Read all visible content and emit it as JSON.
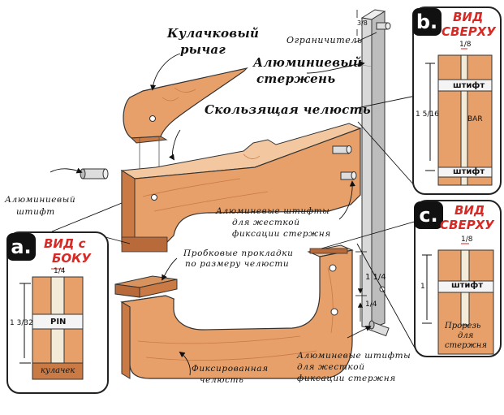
{
  "labels": {
    "cam_lever": [
      "Кулачковый",
      "рычаг"
    ],
    "limiter": "Ограничитель",
    "aluminum_bar": [
      "Алюминиевый",
      "стержень"
    ],
    "sliding_jaw": "Скользящая челюсть",
    "aluminum_pin": [
      "Алюминиевый",
      "штифт"
    ],
    "pins_upper": [
      "Алюминевые штифты",
      "для жесткой",
      "фиксации стержня"
    ],
    "cork_pads": [
      "Пробковые прокладки",
      "по размеру челюсти"
    ],
    "fixed_jaw": [
      "Фиксированная",
      "челюсть"
    ],
    "pins_lower": [
      "Алюминевые штифты",
      "для жесткой",
      "фиксации стержня"
    ]
  },
  "dims": {
    "limiter_depth": "3/8",
    "fixed_jaw_height": "1 1/4",
    "fixed_jaw_gap": "1/4"
  },
  "panels": {
    "a": {
      "letter": "a.",
      "title": [
        "ВИД с",
        "БОКУ"
      ],
      "dim_top": "1/4",
      "dim_side": "1 3/32",
      "pin": "PIN",
      "part": "кулачек"
    },
    "b": {
      "letter": "b.",
      "title": [
        "ВИД",
        "СВЕРХУ"
      ],
      "dim_top": "1/8",
      "dim_side": "1 5/16",
      "pin_top": "штифт",
      "bar": "BAR",
      "pin_bottom": "штифт"
    },
    "c": {
      "letter": "c.",
      "title": [
        "ВИД",
        "СВЕРХУ"
      ],
      "dim_top": "1/8",
      "dim_side": "1",
      "pin": "штифт",
      "slot": [
        "Прорезь",
        "для",
        "стержня"
      ]
    }
  },
  "colors": {
    "wood": "#e7a06a",
    "wood_dark": "#c97a45",
    "wood_light": "#f3c79f",
    "aluminum": "#d9d9d9",
    "red_title": "#d62a26",
    "ink": "#111111"
  }
}
